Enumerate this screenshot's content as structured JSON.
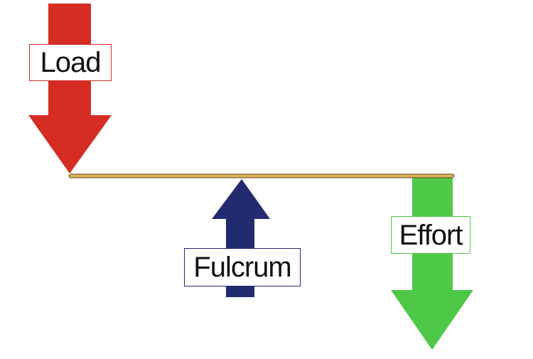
{
  "diagram": {
    "labels": {
      "load": "Load",
      "fulcrum": "Fulcrum",
      "effort": "Effort"
    },
    "colors": {
      "load_arrow": "#d52c24",
      "fulcrum_arrow": "#232b70",
      "effort_arrow": "#4ec847",
      "lever_bar": "#e1b35b",
      "lever_outline": "#5a4520"
    }
  }
}
